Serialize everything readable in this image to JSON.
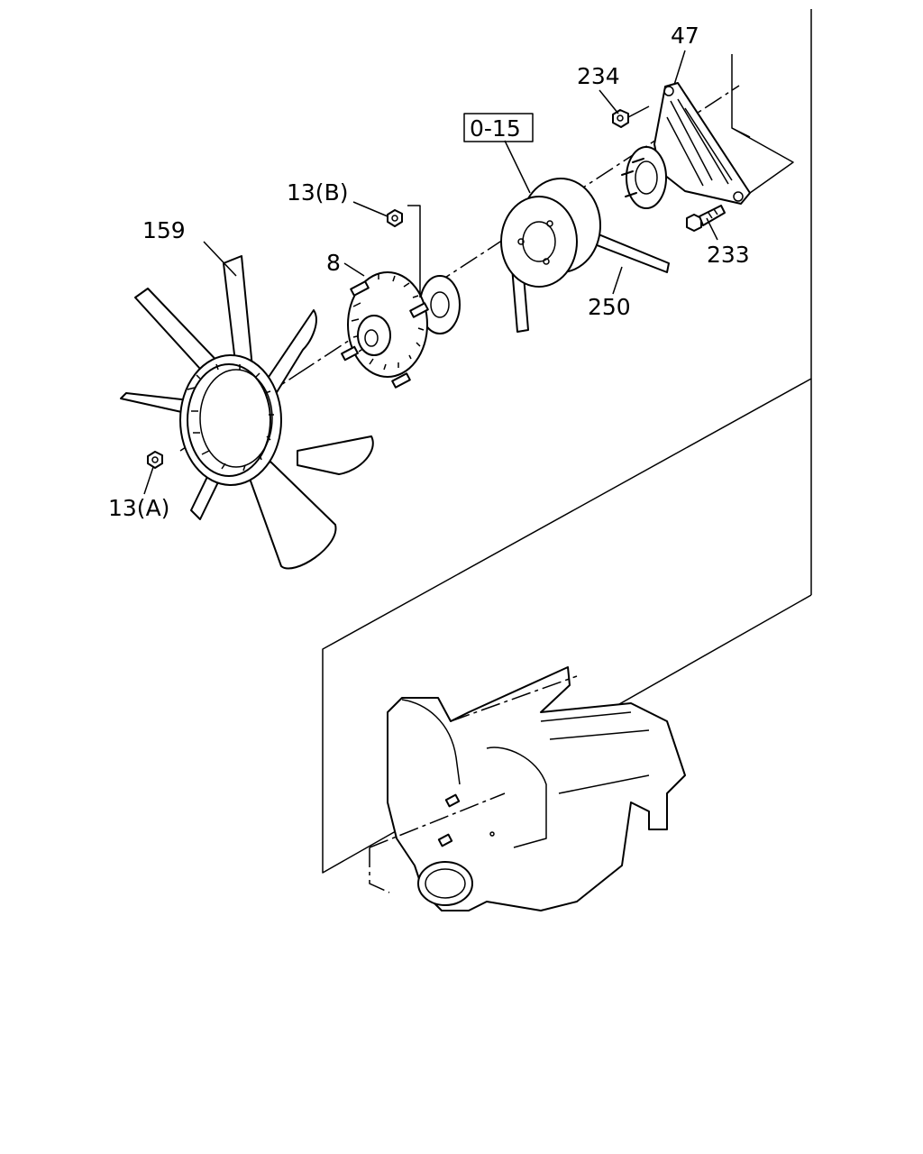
{
  "callouts": {
    "c47": "47",
    "c234": "234",
    "c0_15": "0-15",
    "c13b": "13(B)",
    "c159": "159",
    "c8": "8",
    "c233": "233",
    "c250": "250",
    "c13a": "13(A)"
  },
  "colors": {
    "ink": "#000000",
    "paper": "#ffffff"
  }
}
